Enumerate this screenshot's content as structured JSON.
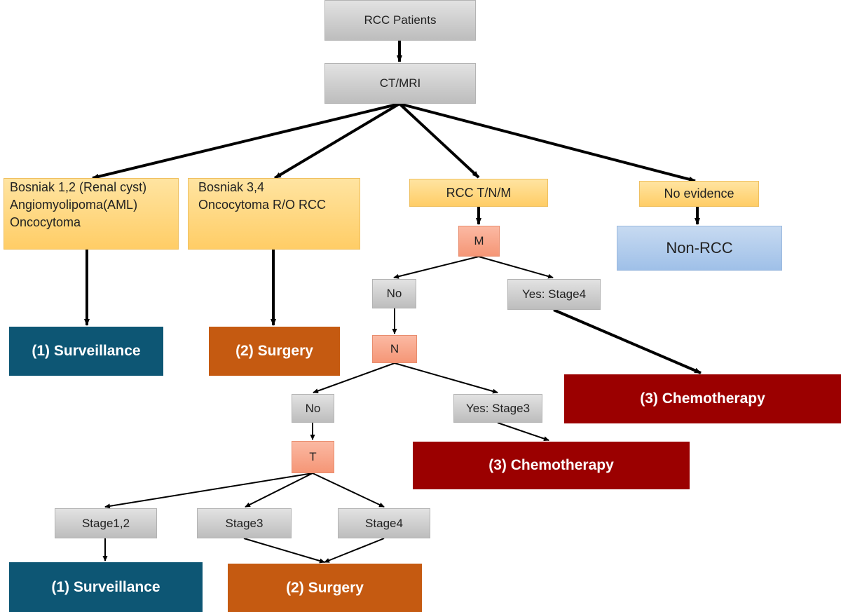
{
  "nodes": {
    "rcc_patients": "RCC Patients",
    "ct_mri": "CT/MRI",
    "bosniak12": [
      "Bosniak 1,2 (Renal cyst)",
      "Angiomyolipoma(AML)",
      "Oncocytoma"
    ],
    "bosniak34": [
      "Bosniak 3,4",
      "Oncocytoma R/O RCC"
    ],
    "rcc_tnm": "RCC T/N/M",
    "no_evidence": "No evidence",
    "non_rcc": "Non-RCC",
    "m": "M",
    "m_no": "No",
    "m_yes": "Yes: Stage4",
    "n": "N",
    "n_no": "No",
    "n_yes": "Yes: Stage3",
    "t": "T",
    "stage12": "Stage1,2",
    "stage3": "Stage3",
    "stage4": "Stage4"
  },
  "outcomes": {
    "surveillance_top": "(1) Surveillance",
    "surgery_top": "(2) Surgery",
    "chemo_right": "(3) Chemotherapy",
    "chemo_mid": "(3) Chemotherapy",
    "surveillance_bottom": "(1) Surveillance",
    "surgery_bottom": "(2) Surgery"
  },
  "colors": {
    "node_gray": "#c8c8c8",
    "node_yellow": "#ffd77a",
    "node_salmon": "#f7a688",
    "node_blue": "#b0cbec",
    "surveillance": "#0d5674",
    "surgery": "#c55a11",
    "chemotherapy": "#9b0000",
    "arrow": "#000000"
  }
}
